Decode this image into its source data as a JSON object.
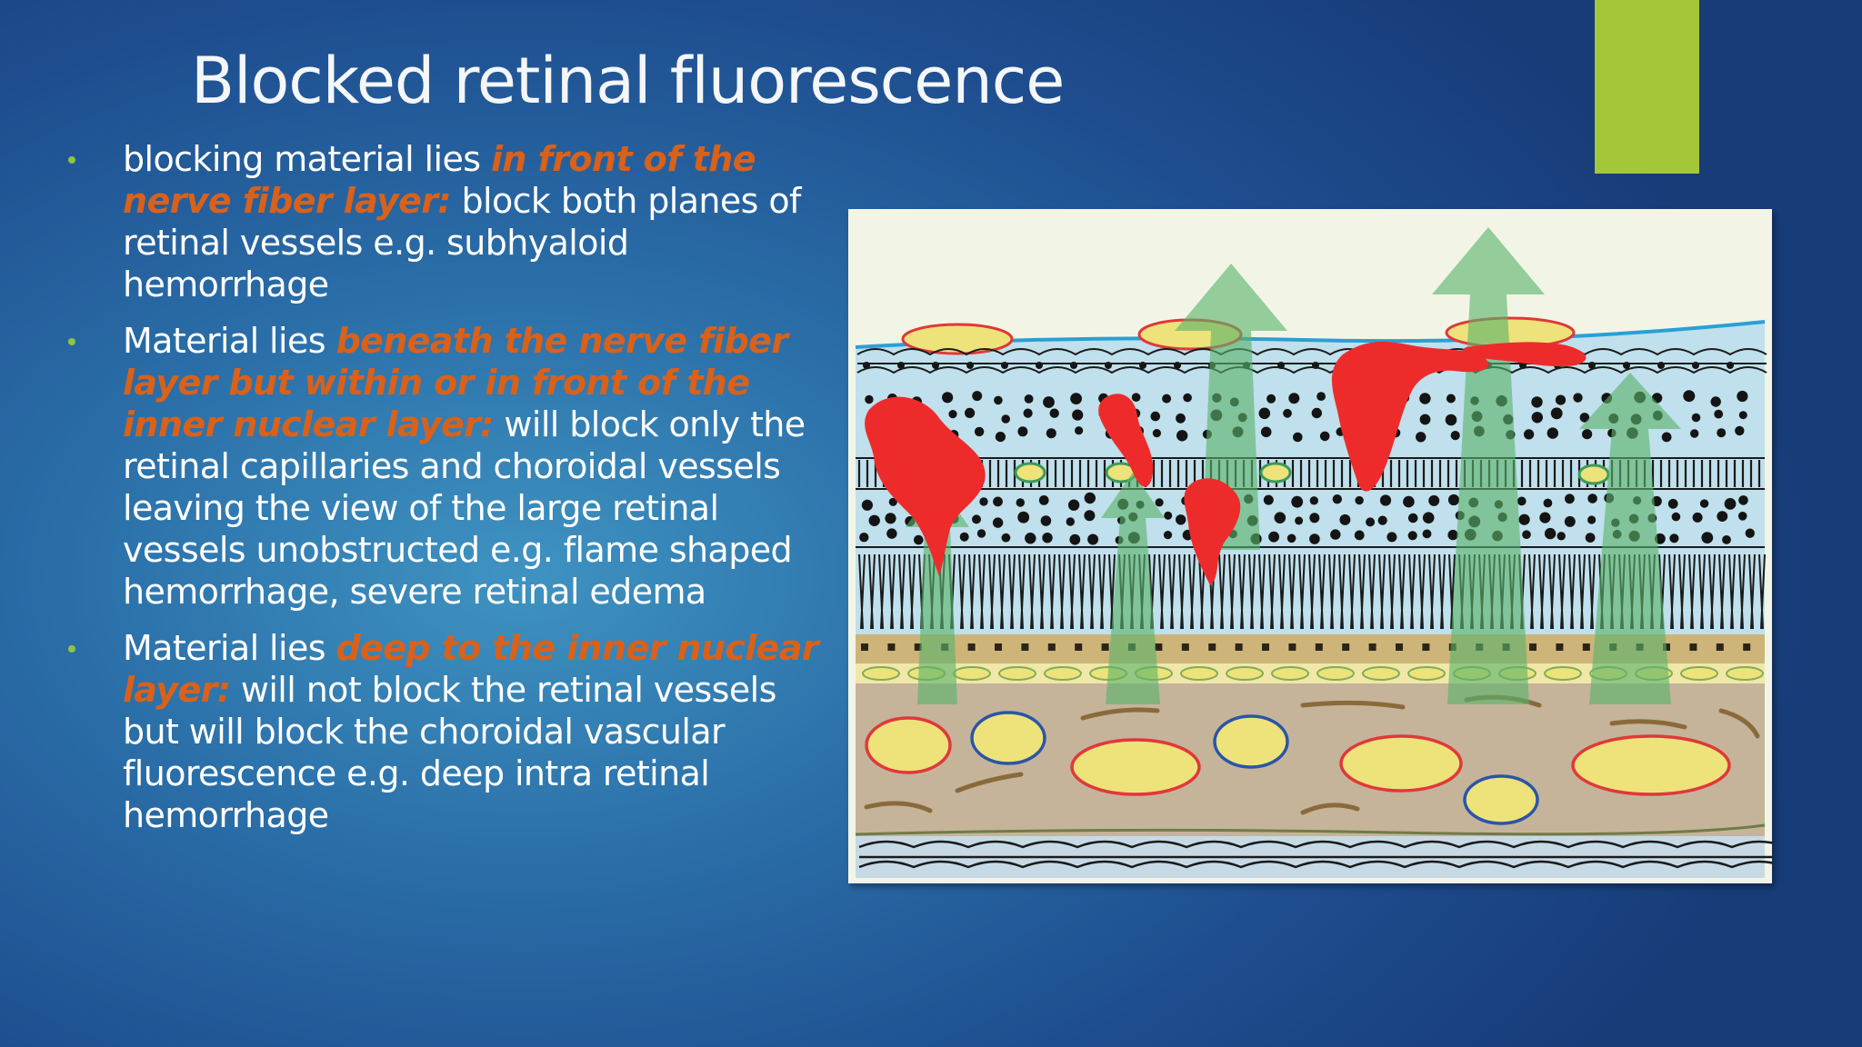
{
  "slide": {
    "title": "Blocked retinal fluorescence",
    "colors": {
      "background": "#2a6ea8",
      "accent_bar": "#a4c639",
      "bullet_marker": "#8dc63f",
      "emphasis_text": "#d9611a",
      "body_text": "#ffffff"
    },
    "bullets": [
      {
        "lead": "blocking material lies ",
        "emphasis": "in front of the nerve fiber layer:",
        "tail": " block both planes of retinal vessels e.g. subhyaloid hemorrhage"
      },
      {
        "lead": "Material lies ",
        "emphasis": "beneath the nerve fiber layer but within or in front of the inner nuclear layer:",
        "tail": " will block only the retinal capillaries and choroidal vessels leaving the view of the large retinal vessels unobstructed e.g. flame shaped hemorrhage, severe retinal edema"
      },
      {
        "lead": "Material lies ",
        "emphasis": "deep to the inner nuclear layer:",
        "tail": " will not block the retinal vessels but will block the choroidal vascular fluorescence e.g. deep intra retinal hemorrhage"
      }
    ],
    "figure": {
      "subject": "retinal layers cross-section diagram with fluorescence arrows and hemorrhages",
      "colors": {
        "paper": "#f2f5e6",
        "retina_band": "#bfe0ec",
        "hemorrhage": "#ee2b2b",
        "fluorescence_arrow": "#5bb36a",
        "ilm_line": "#2a9fd6",
        "choroid": "#c5b49a",
        "vessel_fill": "#eee27a",
        "artery_border": "#e0383a",
        "vein_border": "#2a55a8",
        "rpe": "#cdb57a",
        "sclera": "#c6dae6"
      }
    }
  }
}
